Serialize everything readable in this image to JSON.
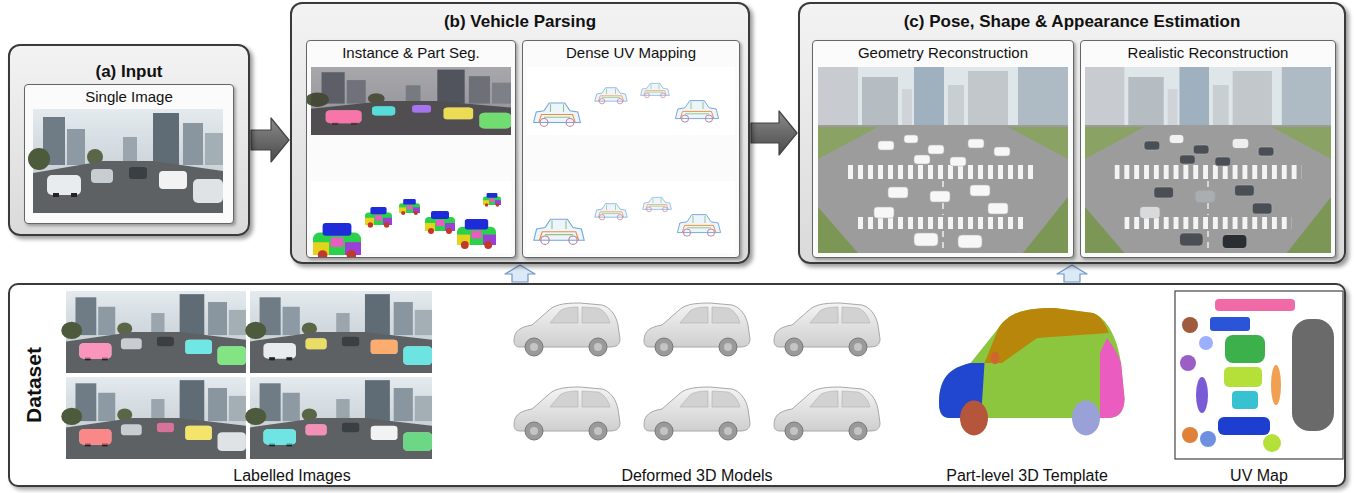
{
  "diagram": {
    "nodes": [
      {
        "text": [
          "(a) Input"
        ]
      },
      {
        "text": [
          "Single Image"
        ],
        "in": 0
      },
      {
        "text": [
          "(b) Vehicle Parsing"
        ]
      },
      {
        "text": [
          "Instance & Part Seg."
        ],
        "in": 2
      },
      {
        "text": [
          "Dense UV Mapping"
        ],
        "in": 2
      },
      {
        "text": [
          "(c) Pose, Shape & Appearance Estimation"
        ]
      },
      {
        "text": [
          "Geometry Reconstruction"
        ],
        "in": 5
      },
      {
        "text": [
          "Realistic Reconstruction"
        ],
        "in": 5
      },
      {
        "text": [
          "Dataset"
        ]
      }
    ],
    "edges": [
      {
        "from": 0,
        "to": 2,
        "arrow": "to"
      },
      {
        "from": 2,
        "to": 5,
        "arrow": "to"
      },
      {
        "from": 8,
        "to": 2,
        "arrow": "to"
      },
      {
        "from": 8,
        "to": 5,
        "arrow": "to"
      }
    ],
    "labels": [
      "Labelled Images",
      "Deformed 3D Models",
      "Part-level 3D Template",
      "UV Map"
    ]
  }
}
